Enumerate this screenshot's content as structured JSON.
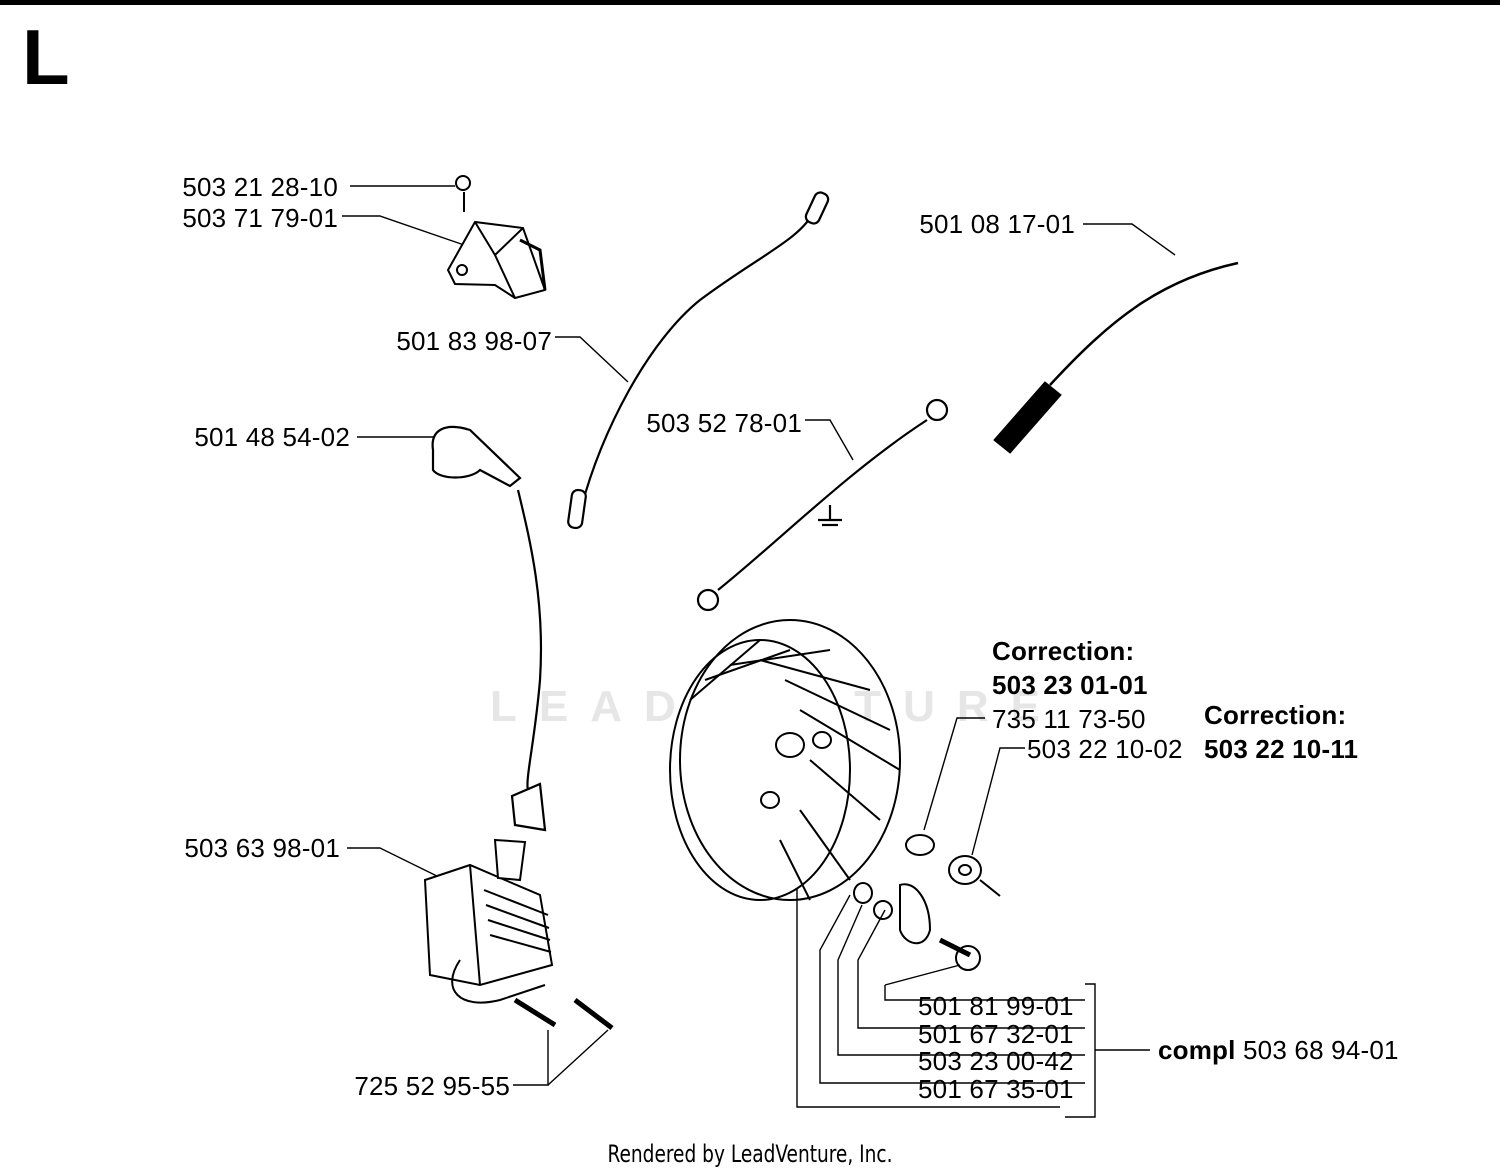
{
  "section": {
    "letter": "L"
  },
  "watermark": {
    "text": "LEADVENTURE"
  },
  "footer": {
    "text": "Rendered by LeadVenture, Inc."
  },
  "parts": {
    "screw_top": "503 21 28-10",
    "module": "503 71 79-01",
    "wire_short": "501 83 98-07",
    "spark_cap": "501 48 54-02",
    "ground_wire": "503 52 78-01",
    "hv_lead": "501 08 17-01",
    "ignition_coil": "503 63 98-01",
    "coil_screws": "725 52 95-55",
    "key": "735 11 73-50",
    "nut": "503 22 10-02",
    "screw_pawl": "501 81 99-01",
    "washer": "501 67 32-01",
    "spring": "503 23 00-42",
    "pawl": "501 67 35-01",
    "compl_word": "compl",
    "compl_number": "503 68 94-01"
  },
  "corrections": {
    "c1_title": "Correction:",
    "c1_number": "503 23 01-01",
    "c2_title": "Correction:",
    "c2_number": "503 22 10-11"
  }
}
